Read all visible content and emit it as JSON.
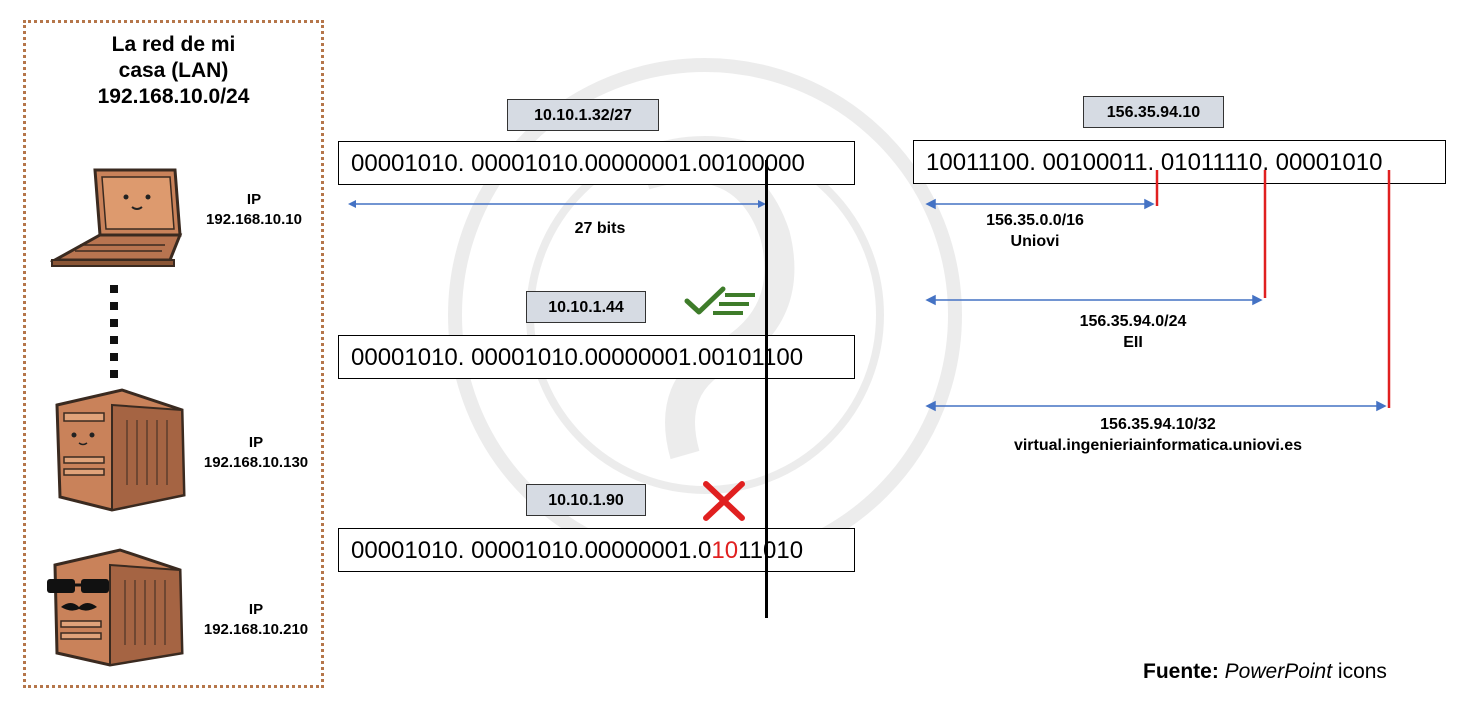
{
  "lan": {
    "title_line1": "La red de mi",
    "title_line2": "casa (LAN)",
    "title_line3": "192.168.10.0/24",
    "devices": [
      {
        "ip_label": "IP",
        "ip": "192.168.10.10",
        "icon": "laptop-icon"
      },
      {
        "ip_label": "IP",
        "ip": "192.168.10.130",
        "icon": "server-tower-icon"
      },
      {
        "ip_label": "IP",
        "ip": "192.168.10.210",
        "icon": "disguised-server-icon"
      }
    ]
  },
  "subnet_check": {
    "network": {
      "tag": "10.10.1.32/27",
      "binary_pre": "00001010. 00001010.00000001.00",
      "binary_mid": "1",
      "binary_post": "00000"
    },
    "bits_label": "27 bits",
    "host_ok": {
      "tag": "10.10.1.44",
      "binary_pre": "00001010. 00001010.00000001.00",
      "binary_mid": "1",
      "binary_post": "01100",
      "status_icon": "check-list-icon"
    },
    "host_bad": {
      "tag": "10.10.1.90",
      "binary_pre": "00001010. 00001010.00000001.0",
      "binary_mid": "10",
      "binary_post": "11010",
      "status_icon": "cross-icon"
    }
  },
  "prefixes": {
    "tag": "156.35.94.10",
    "binary": "10011100. 00100011. 01011110. 00001010",
    "levels": [
      {
        "prefix": "156.35.0.0/16",
        "name": "Uniovi"
      },
      {
        "prefix": "156.35.94.0/24",
        "name": "EII"
      },
      {
        "prefix": "156.35.94.10/32",
        "name": "virtual.ingenieriainformatica.uniovi.es"
      }
    ]
  },
  "source": {
    "bold": "Fuente:",
    "italic": "PowerPoint",
    "rest": " icons"
  },
  "colors": {
    "accent_blue": "#4472c4",
    "marker_red": "#e02020",
    "check_green": "#3e7c2a",
    "panel_border": "#b5764a",
    "tag_fill": "#d6dbe3"
  }
}
